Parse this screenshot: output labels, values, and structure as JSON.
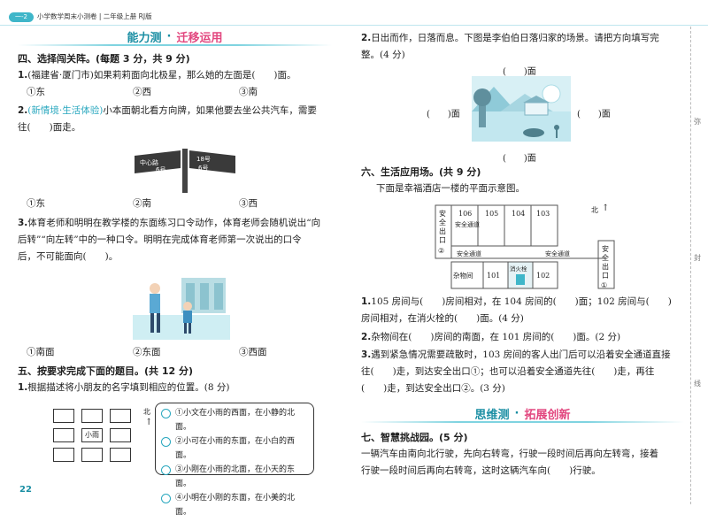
{
  "header": {
    "tag": "一-2",
    "title": "小学数学周末小测卷 | 二年级上册 RJ版"
  },
  "page_number": "22",
  "side_labels": [
    "弥",
    "封",
    "线"
  ],
  "left": {
    "banner": {
      "main": "能力测",
      "dot": "·",
      "sub": "迁移运用"
    },
    "section4": {
      "heading": "四、选择闯关阵。(每题 3 分，共 9 分)",
      "q1": {
        "num": "1.",
        "text": "(福建省·厦门市)如果莉莉面向北极星，那么她的左面是(　　)面。",
        "options": [
          "①东",
          "②西",
          "③南"
        ]
      },
      "q2": {
        "num": "2.",
        "tag": "(新情境·生活体验)",
        "text": "小本面朝北看方向牌，如果他要去坐公共汽车，需要",
        "text2": "往(　　)面走。",
        "sign": {
          "left1": "中心路",
          "left2": "6号",
          "right1": "18号",
          "right2": "6号"
        },
        "options": [
          "①东",
          "②南",
          "③西"
        ]
      },
      "q3": {
        "num": "3.",
        "text": "体育老师和明明在教学楼的东面练习口令动作，体育老师会随机说出“向",
        "text2": "后转”“向左转”中的一种口令。明明在完成体育老师第一次说出的口令",
        "text3": "后，不可能面向(　　)。",
        "options": [
          "①南面",
          "②东面",
          "③西面"
        ]
      }
    },
    "section5": {
      "heading": "五、按要求完成下面的题目。(共 12 分)",
      "q1": {
        "num": "1.",
        "text": "根据描述将小朋友的名字填到相应的位置。(8 分)",
        "center_label": "小雨",
        "north": "北",
        "clues": [
          "①小文在小雨的西面，在小静的北面。",
          "②小可在小雨的东面，在小白的西面。",
          "③小刚在小雨的北面，在小天的东面。",
          "④小明在小刚的东面，在小美的北面。"
        ]
      }
    }
  },
  "right": {
    "q2": {
      "num": "2.",
      "text": "日出而作，日落而息。下图是李伯伯日落归家的场景。请把方向填写完",
      "text2": "整。(4 分)",
      "labels": {
        "top": "(　　)面",
        "left": "(　　)面",
        "right": "(　　)面",
        "bottom": "(　　)面"
      }
    },
    "section6": {
      "heading": "六、生活应用场。(共 9 分)",
      "intro": "下面是幸福酒店一楼的平面示意图。",
      "plan": {
        "rooms_top": [
          "106",
          "105",
          "104",
          "103"
        ],
        "room_bottom": [
          "杂物间",
          "101",
          "消火栓",
          "102"
        ],
        "exit_left": "安全出口",
        "exit_left_num": "②",
        "exit_right": "安全出口",
        "exit_right_num": "①",
        "passage": "安全通道",
        "passage_v": "安全通道",
        "north": "北"
      },
      "q1": {
        "num": "1.",
        "text": "105 房间与(　　)房间相对，在 104 房间的(　　)面；102 房间与(　　)",
        "text2": "房间相对，在消火栓的(　　)面。(4 分)"
      },
      "q2": {
        "num": "2.",
        "text": "杂物间在(　　)房间的南面，在 101 房间的(　　)面。(2 分)"
      },
      "q3": {
        "num": "3.",
        "text": "遇到紧急情况需要疏散时，103 房间的客人出门后可以沿着安全通道直接",
        "text2": "往(　　)走，到达安全出口①；也可以沿着安全通道先往(　　)走，再往",
        "text3": "(　　)走，到达安全出口②。(3 分)"
      }
    },
    "banner": {
      "main": "思维测",
      "dot": "·",
      "sub": "拓展创新"
    },
    "section7": {
      "heading": "七、智慧挑战园。(5 分)",
      "text": "一辆汽车由南向北行驶，先向右转弯，行驶一段时间后再向左转弯，接着",
      "text2": "行驶一段时间后再向右转弯，这时这辆汽车向(　　)行驶。"
    }
  }
}
